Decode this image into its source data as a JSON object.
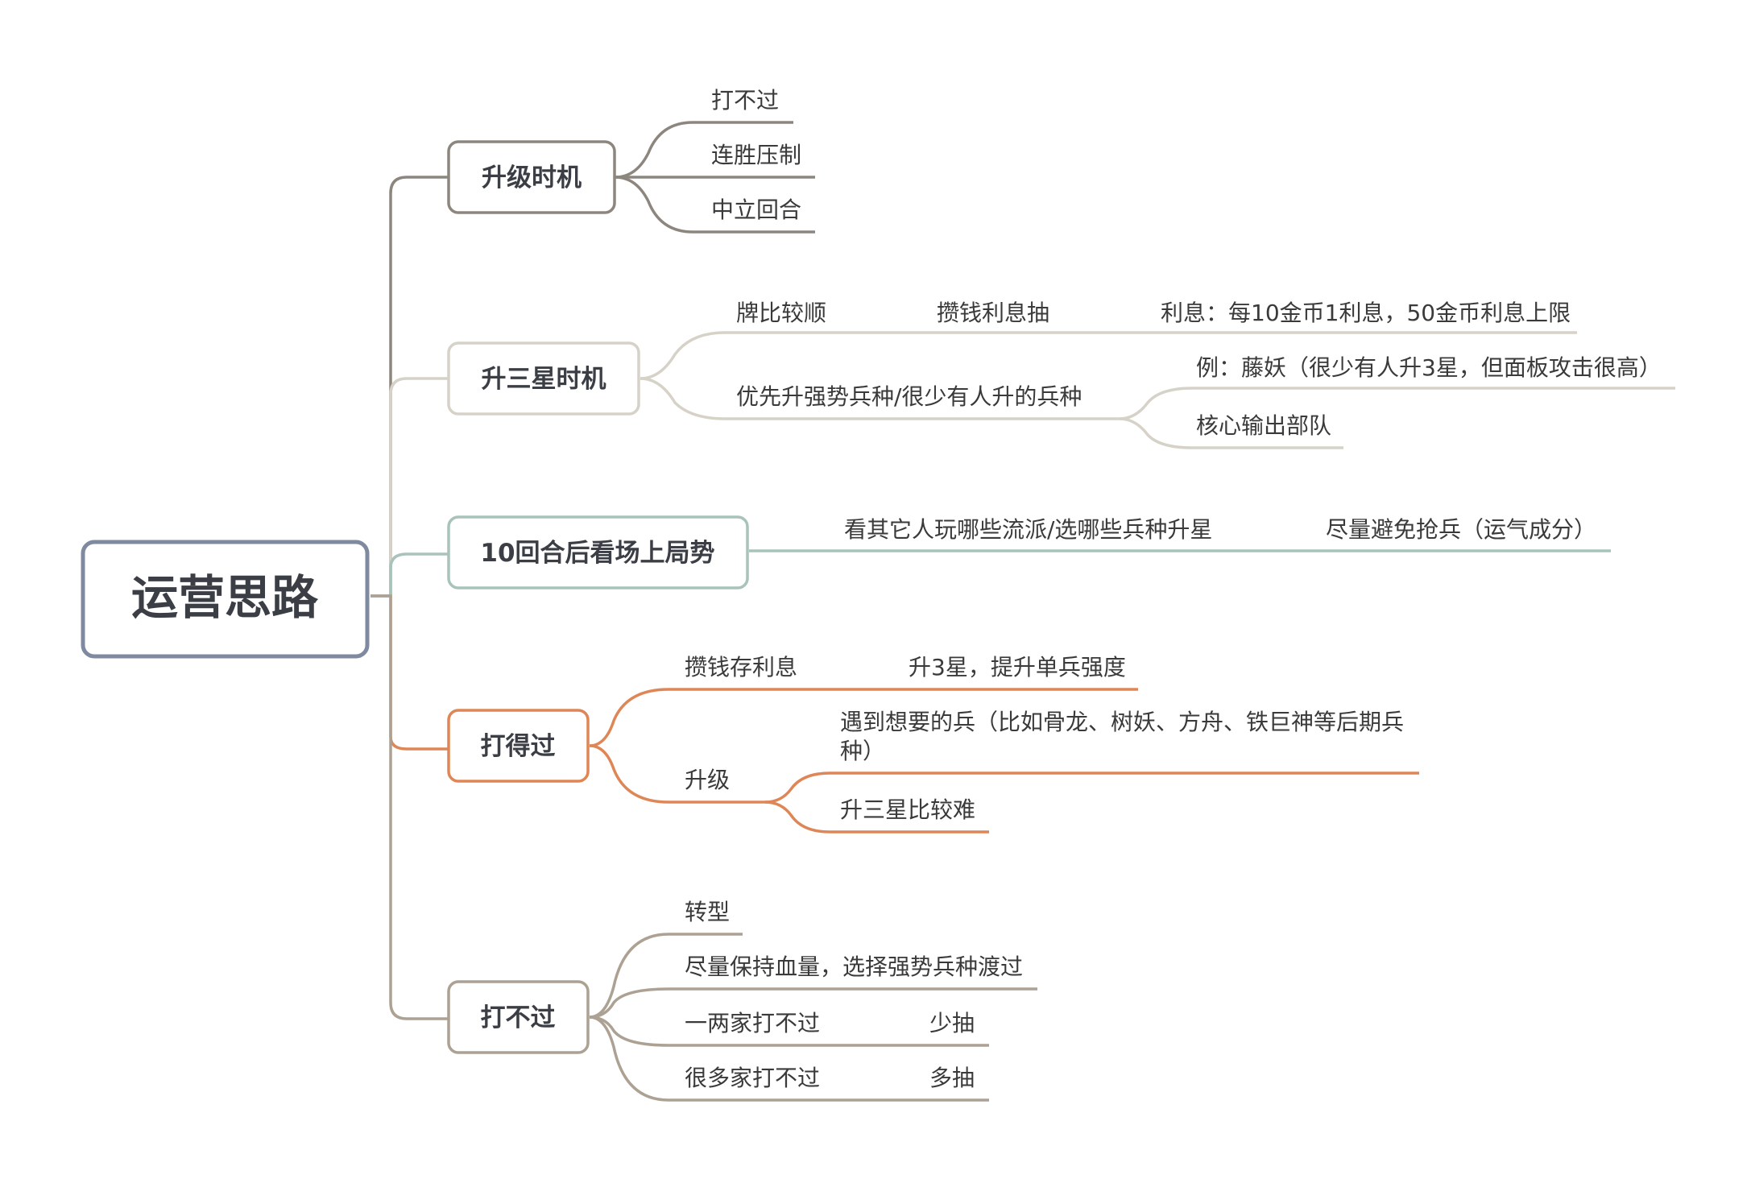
{
  "root": {
    "label": "运营思路"
  },
  "branches": [
    {
      "label": "升级时机",
      "color": "#8c867e",
      "items": [
        "打不过",
        "连胜压制",
        "中立回合"
      ]
    },
    {
      "label": "升三星时机",
      "color": "#d6d2c8",
      "items": [
        {
          "label": "牌比较顺",
          "next": "攒钱利息抽",
          "note": "利息：每10金币1利息，50金币利息上限"
        },
        {
          "label": "优先升强势兵种/很少有人升的兵种",
          "children": [
            "例：藤妖（很少有人升3星，但面板攻击很高）",
            "核心输出部队"
          ]
        }
      ]
    },
    {
      "label": "10回合后看场上局势",
      "color": "#a8c3b9",
      "items": [
        {
          "label": "看其它人玩哪些流派/选哪些兵种升星",
          "next": "尽量避免抢兵（运气成分）"
        }
      ]
    },
    {
      "label": "打得过",
      "color": "#df8657",
      "items": [
        {
          "label": "攒钱存利息",
          "next": "升3星，提升单兵强度"
        },
        {
          "label": "升级",
          "children": [
            "遇到想要的兵（比如骨龙、树妖、方舟、铁巨神等后期兵种）",
            "升三星比较难"
          ]
        }
      ]
    },
    {
      "label": "打不过",
      "color": "#aca193",
      "items": [
        {
          "label": "转型"
        },
        {
          "label": "尽量保持血量，选择强势兵种渡过"
        },
        {
          "label": "一两家打不过",
          "next": "少抽"
        },
        {
          "label": "很多家打不过",
          "next": "多抽"
        }
      ]
    }
  ]
}
